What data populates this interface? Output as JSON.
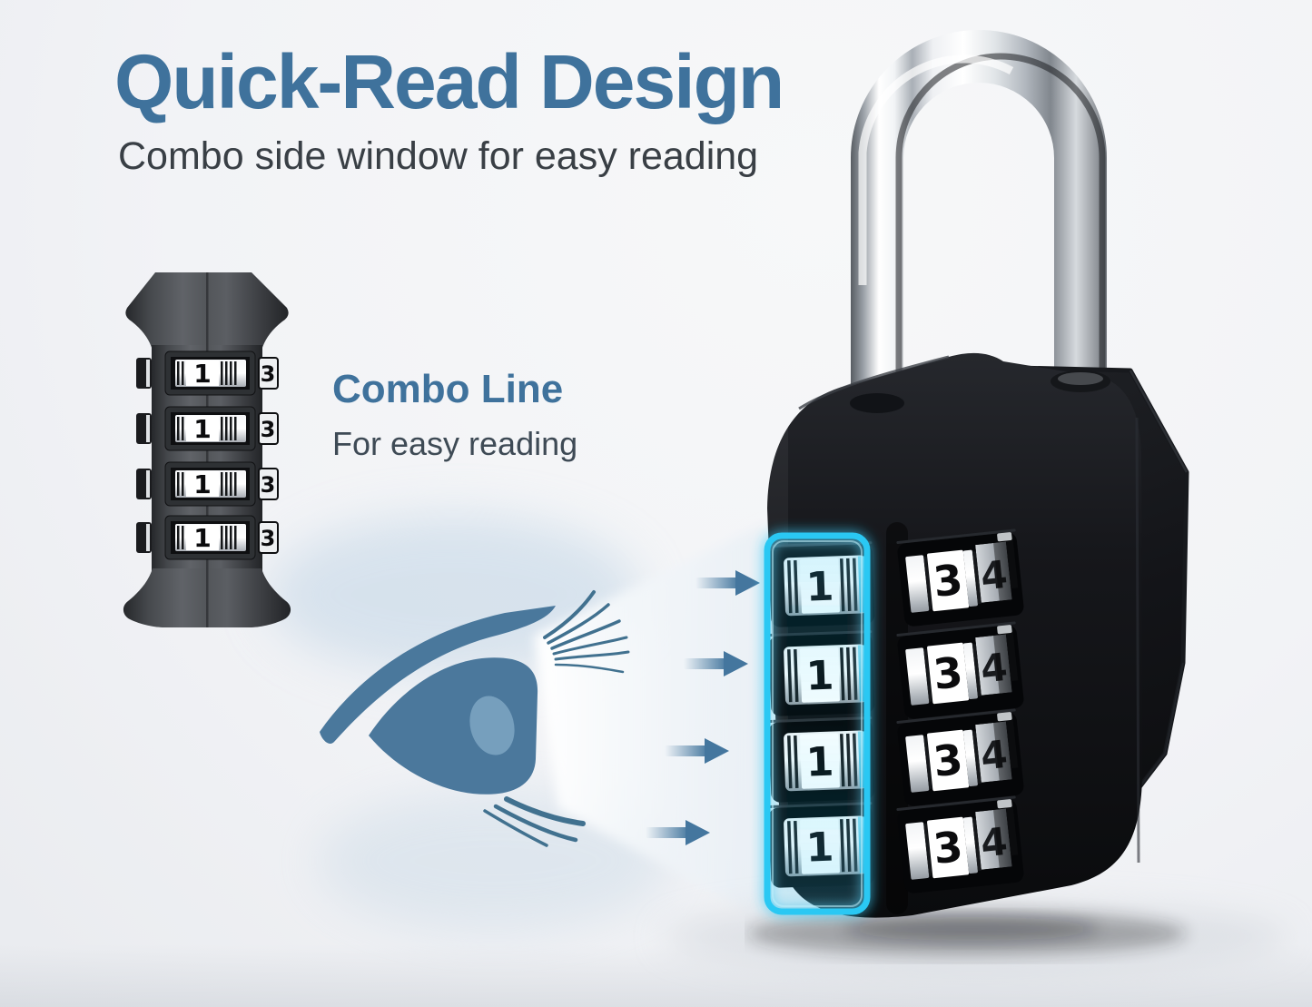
{
  "colors": {
    "accent_blue": "#3f729c",
    "cyan_glow": "#2bc8f3",
    "body_black": "#121316",
    "chrome_white": "#ffffff"
  },
  "header": {
    "title": "Quick-Read Design",
    "subtitle": "Combo side window for easy reading"
  },
  "callout": {
    "title": "Combo Line",
    "subtitle": "For easy reading"
  },
  "small_lock": {
    "rows": [
      {
        "side_digit": "1",
        "edge_digit": "3"
      },
      {
        "side_digit": "1",
        "edge_digit": "3"
      },
      {
        "side_digit": "1",
        "edge_digit": "3"
      },
      {
        "side_digit": "1",
        "edge_digit": "3"
      }
    ]
  },
  "large_lock": {
    "side_digits": [
      "1",
      "1",
      "1",
      "1"
    ],
    "front_digits": [
      "3",
      "3",
      "3",
      "3"
    ],
    "adjacent_digit": "4"
  }
}
